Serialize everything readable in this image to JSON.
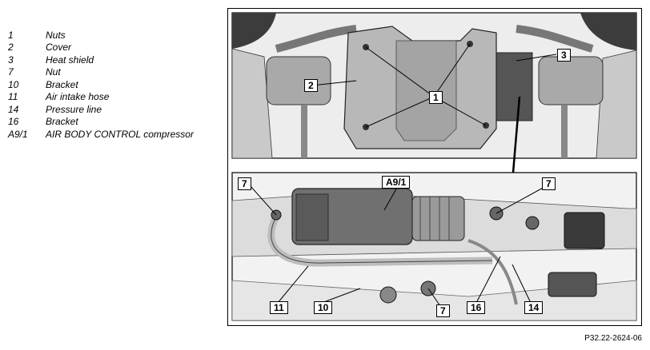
{
  "legend": [
    {
      "key": "1",
      "desc": "Nuts"
    },
    {
      "key": "2",
      "desc": "Cover"
    },
    {
      "key": "3",
      "desc": "Heat shield"
    },
    {
      "key": "7",
      "desc": "Nut"
    },
    {
      "key": "10",
      "desc": "Bracket"
    },
    {
      "key": "11",
      "desc": "Air intake hose"
    },
    {
      "key": "14",
      "desc": "Pressure line"
    },
    {
      "key": "16",
      "desc": "Bracket"
    },
    {
      "key": "A9/1",
      "desc": "AIR BODY CONTROL compressor"
    }
  ],
  "callouts": {
    "top_2": "2",
    "top_1": "1",
    "top_3": "3",
    "bot_7a": "7",
    "bot_a91": "A9/1",
    "bot_7b": "7",
    "bot_11": "11",
    "bot_10": "10",
    "bot_7c": "7",
    "bot_16": "16",
    "bot_14": "14"
  },
  "figure_code": "P32.22-2624-06",
  "colors": {
    "line_art": "#1a1a1a",
    "dark_shade": "#4a4a4a",
    "mid_shade": "#8c8c8c",
    "light_shade": "#c8c8c8"
  }
}
